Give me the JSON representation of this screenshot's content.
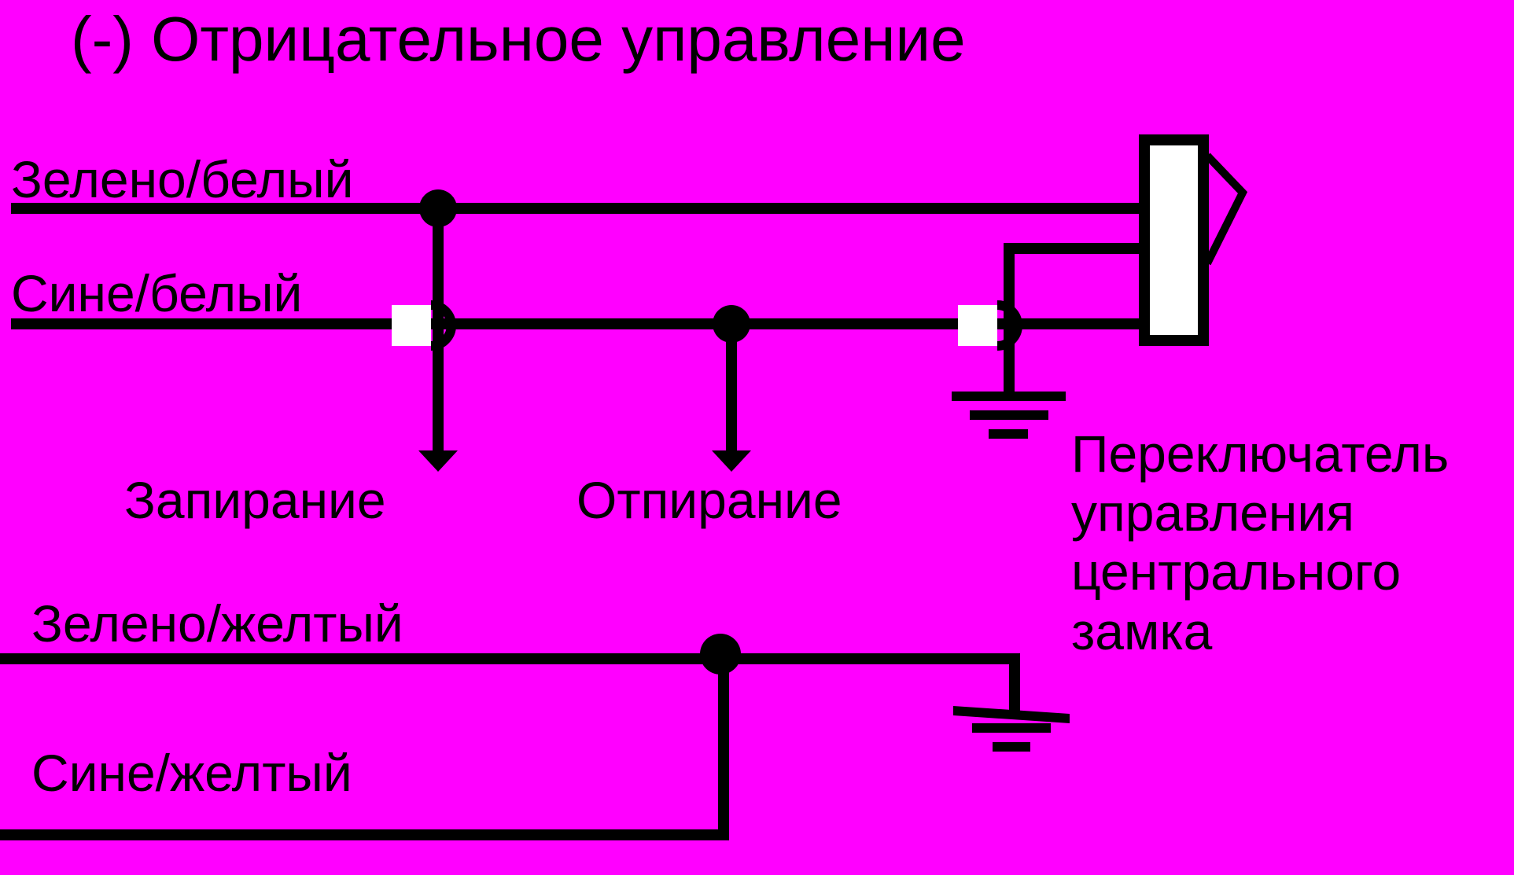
{
  "title": "(-) Отрицательное управление",
  "wires": {
    "green_white": "Зелено/белый",
    "blue_white": "Сине/белый",
    "green_yellow": "Зелено/желтый",
    "blue_yellow": "Сине/желтый"
  },
  "outputs": {
    "lock": "Запирание",
    "unlock": "Отпирание"
  },
  "switch_label": {
    "line1": "Переключатель",
    "line2": "управления",
    "line3": "центрального",
    "line4": "замка"
  },
  "colors": {
    "background": "#ff00ff",
    "wire": "#000000",
    "switch_body": "#ffffff"
  }
}
